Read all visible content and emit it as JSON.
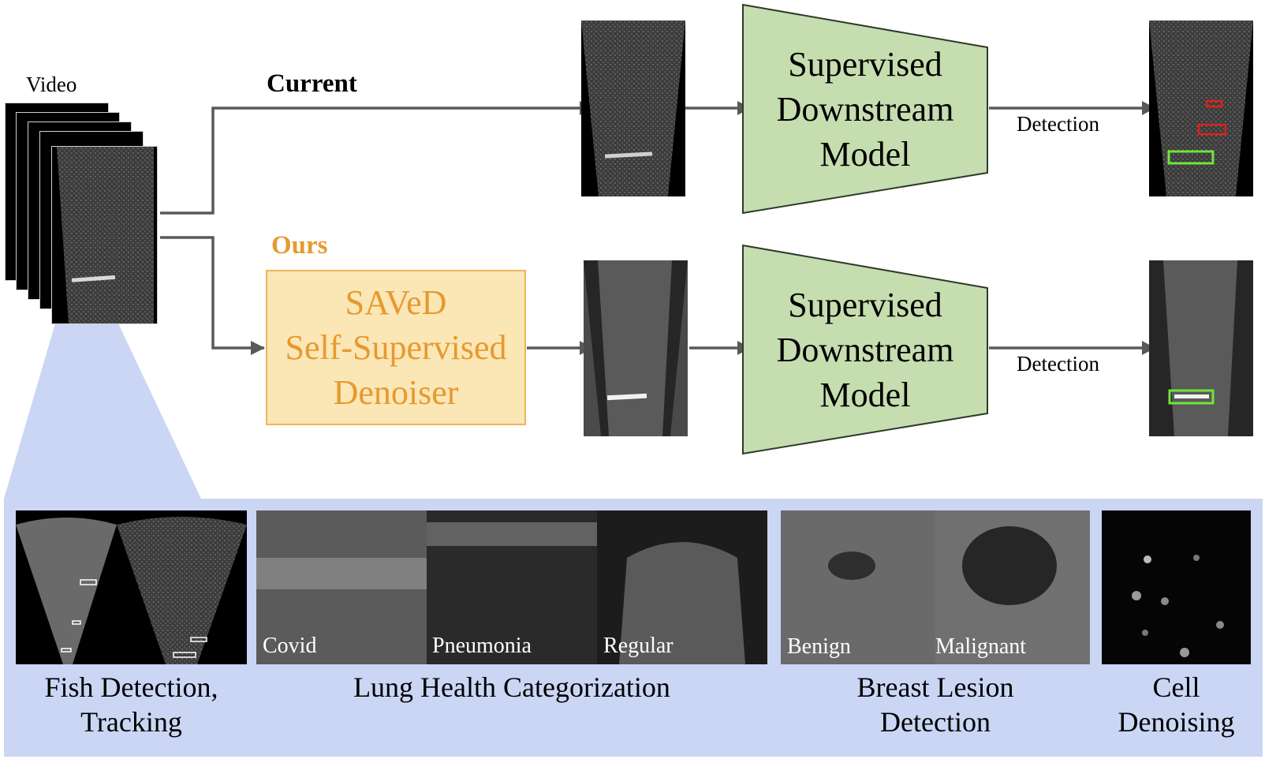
{
  "pipeline": {
    "video_label": "Video",
    "current_label": "Current",
    "ours_label": "Ours",
    "denoiser_lines": [
      "SAVeD",
      "Self-Supervised",
      "Denoiser"
    ],
    "model_lines": [
      "Supervised",
      "Downstream",
      "Model"
    ],
    "detection_label": "Detection"
  },
  "applications": {
    "fish": {
      "caption_lines": [
        "Fish Detection,",
        "Tracking"
      ]
    },
    "lung": {
      "caption": "Lung Health Categorization",
      "labels": [
        "Covid",
        "Pneumonia",
        "Regular"
      ]
    },
    "breast": {
      "caption_lines": [
        "Breast Lesion",
        "Detection"
      ],
      "labels": [
        "Benign",
        "Malignant"
      ]
    },
    "cell": {
      "caption_lines": [
        "Cell",
        "Denoising"
      ]
    }
  },
  "colors": {
    "ours_accent": "#e69a2e",
    "denoiser_fill": "#fbe6b6",
    "model_fill": "#c6ddb0",
    "panel_fill": "#cad6f4",
    "arrow": "#595959",
    "detection_false": "#e0201b",
    "detection_true": "#6ee63a"
  }
}
